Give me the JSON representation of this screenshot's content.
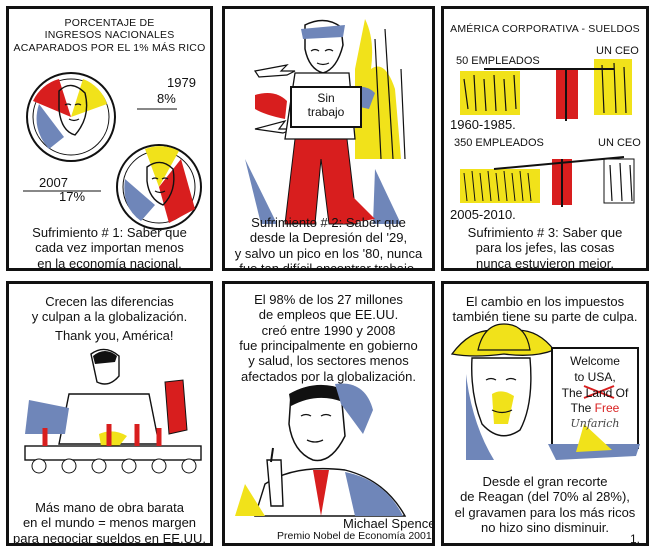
{
  "panel1": {
    "title_l1": "PORCENTAJE DE",
    "title_l2": "INGRESOS NACIONALES",
    "title_l3": "ACAPARADOS POR EL 1% MÁS RICO",
    "year_a": "1979",
    "pct_a": "8%",
    "year_b": "2007",
    "pct_b": "17%",
    "caption_l1": "Sufrimiento # 1: Saber que",
    "caption_l2": "cada vez importan menos",
    "caption_l3": "en la economía nacional."
  },
  "panel2": {
    "sign_l1": "Sin",
    "sign_l2": "trabajo",
    "caption_l1": "Sufrimiento # 2: Saber que",
    "caption_l2": "desde la Depresión del '29,",
    "caption_l3": "y salvo un pico en los '80, nunca",
    "caption_l4": "fue tan difícil encontrar trabajo."
  },
  "panel3": {
    "title": "AMÉRICA CORPORATIVA - SUELDOS",
    "label_50": "50 EMPLEADOS",
    "label_ceo_a": "UN CEO",
    "period_a": "1960-1985.",
    "label_350": "350 EMPLEADOS",
    "label_ceo_b": "UN CEO",
    "period_b": "2005-2010.",
    "caption_l1": "Sufrimiento # 3: Saber que",
    "caption_l2": "para los jefes, las cosas",
    "caption_l3": "nunca estuvieron mejor."
  },
  "panel4": {
    "top_l1": "Crecen las diferencias",
    "top_l2": "y culpan a la globalización.",
    "speech": "Thank you, América!",
    "bottom_l1": "Más mano de obra barata",
    "bottom_l2": "en el mundo = menos margen",
    "bottom_l3": "para negociar sueldos en EE.UU."
  },
  "panel5": {
    "top_l1": "El 98% de los 27 millones",
    "top_l2": "de empleos que EE.UU.",
    "top_l3": "creó entre 1990 y 2008",
    "top_l4": "fue principalmente en gobierno",
    "top_l5": "y salud, los sectores menos",
    "top_l6": "afectados por la globalización.",
    "name": "Michael Spence",
    "credit": "Premio Nobel de Economía 2001"
  },
  "panel6": {
    "top_l1": "El cambio en los impuestos",
    "top_l2": "también tiene su parte de culpa.",
    "sign_l1": "Welcome",
    "sign_l2": "to USA,",
    "sign_l3": "The Land Of",
    "sign_l4": "The",
    "sign_struck": "Free",
    "sign_hand": "Unfarich",
    "bottom_l1": "Desde el gran recorte",
    "bottom_l2": "de Reagan (del 70% al 28%),",
    "bottom_l3": "el gravamen para los más ricos",
    "bottom_l4": "no hizo sino disminuir.",
    "page_number": "1."
  },
  "colors": {
    "red": "#d81e1e",
    "blue": "#6f86b9",
    "yellow": "#f1e21a",
    "ink": "#111111"
  }
}
